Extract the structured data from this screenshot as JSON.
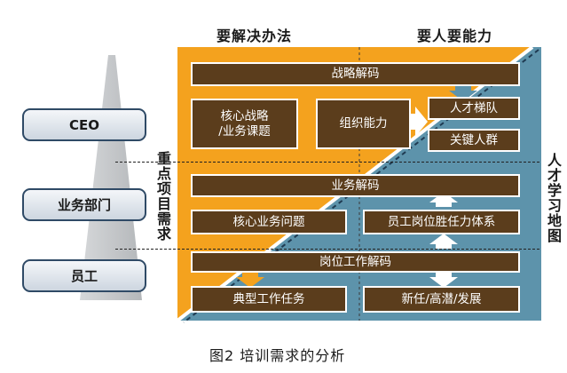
{
  "headers": {
    "left": "要解决办法",
    "right": "要人要能力"
  },
  "roles": [
    {
      "label": "CEO"
    },
    {
      "label": "业务部门"
    },
    {
      "label": "员工"
    }
  ],
  "side_labels": {
    "left": "重点项目需求",
    "right": "人才学习地图"
  },
  "boxes": {
    "strategy_decode": "战略解码",
    "core_strategy": "核心战略\n/业务课题",
    "org_capability": "组织能力",
    "talent_ladder": "人才梯队",
    "key_talent": "关键人群",
    "business_decode": "业务解码",
    "core_business_issue": "核心业务问题",
    "competency_system": "员工岗位胜任力体系",
    "job_decode": "岗位工作解码",
    "typical_tasks": "典型工作任务",
    "new_potential_dev": "新任/高潜/发展"
  },
  "caption": "图2 培训需求的分析",
  "colors": {
    "orange": "#f4a21e",
    "blue": "#5d93ab",
    "box_fill": "#5b3d1c",
    "role_border": "#2f4a66",
    "pyramid": "#c5c7c9"
  }
}
